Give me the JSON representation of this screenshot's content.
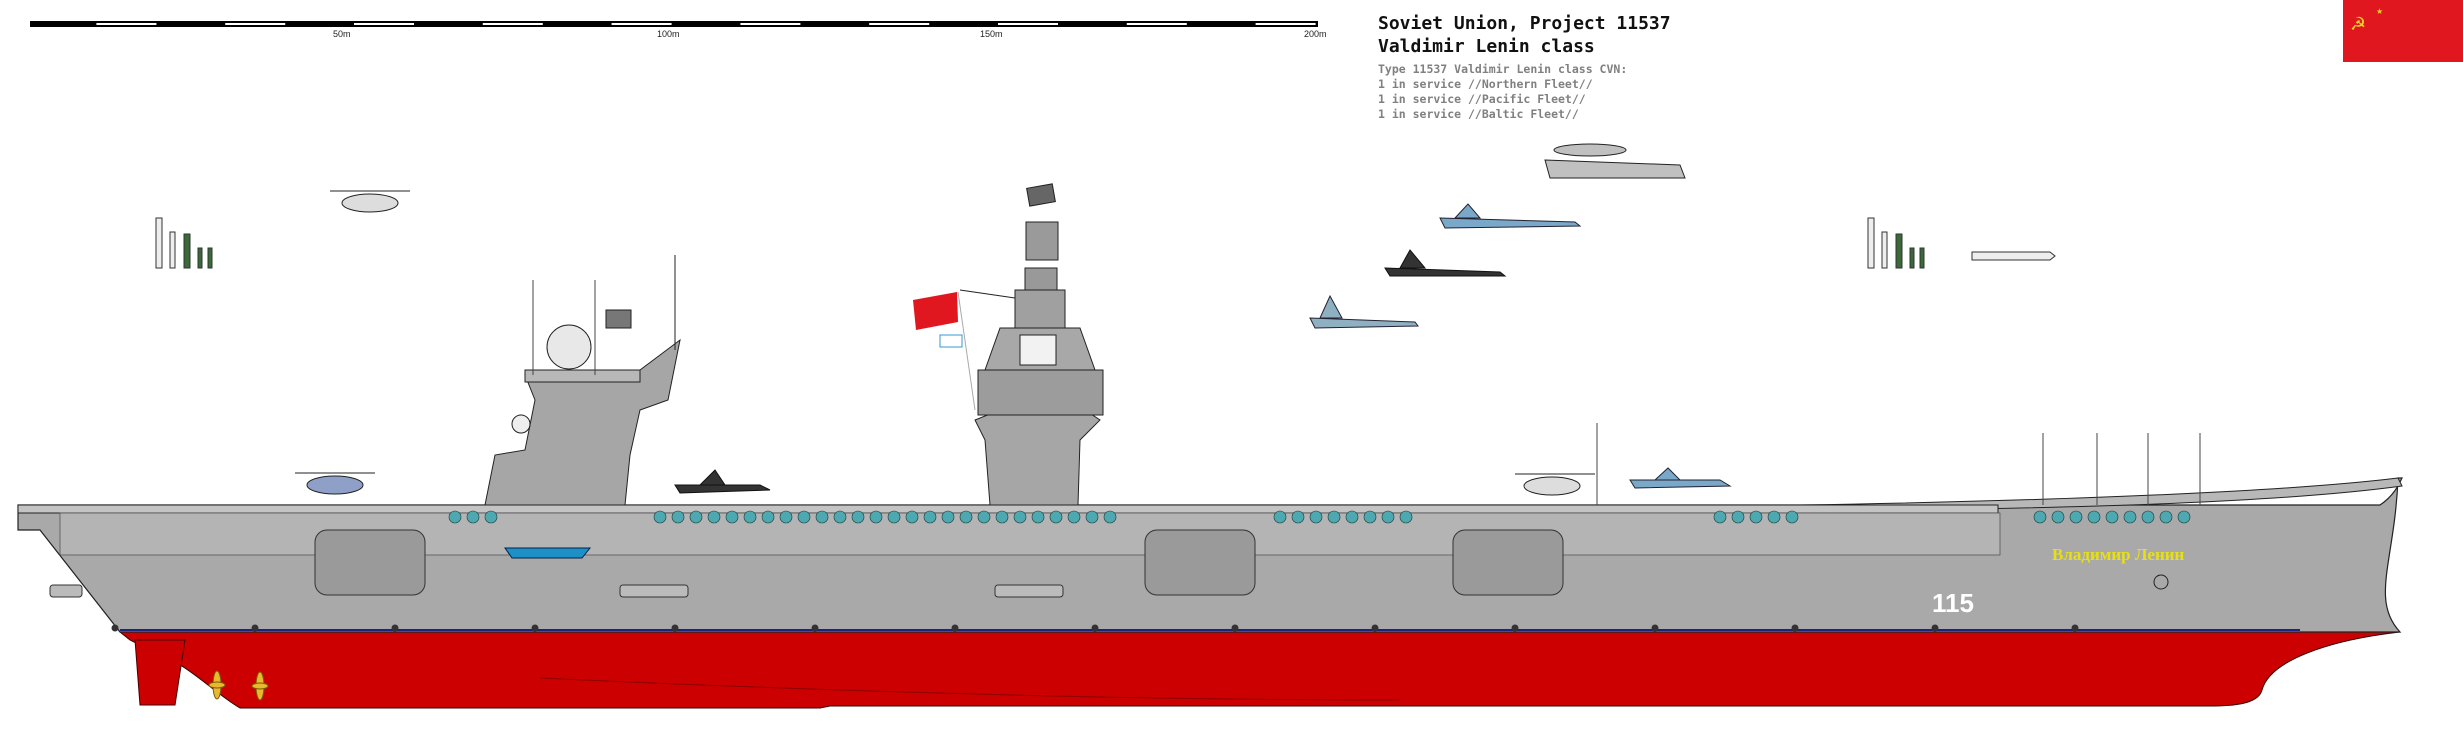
{
  "header": {
    "title_line1": "Soviet Union, Project 11537",
    "title_line2": "Valdimir Lenin class",
    "info_lines": [
      "Type 11537 Valdimir Lenin class CVN:",
      "1 in service //Northern Fleet//",
      "1 in service //Pacific Fleet//",
      "1 in service //Baltic Fleet//"
    ]
  },
  "scale_bar": {
    "labels": [
      "50m",
      "100m",
      "150m",
      "200m"
    ],
    "max_m": 200
  },
  "ship": {
    "hull_number": "115",
    "name_cyrillic": "Владимир Ленин"
  },
  "colors": {
    "hull_gray": "#a9a9a9",
    "deck_gray": "#c0c0c0",
    "antifouling_red": "#cc0000",
    "flag_red": "#e0171e",
    "name_yellow": "#e8e010"
  }
}
